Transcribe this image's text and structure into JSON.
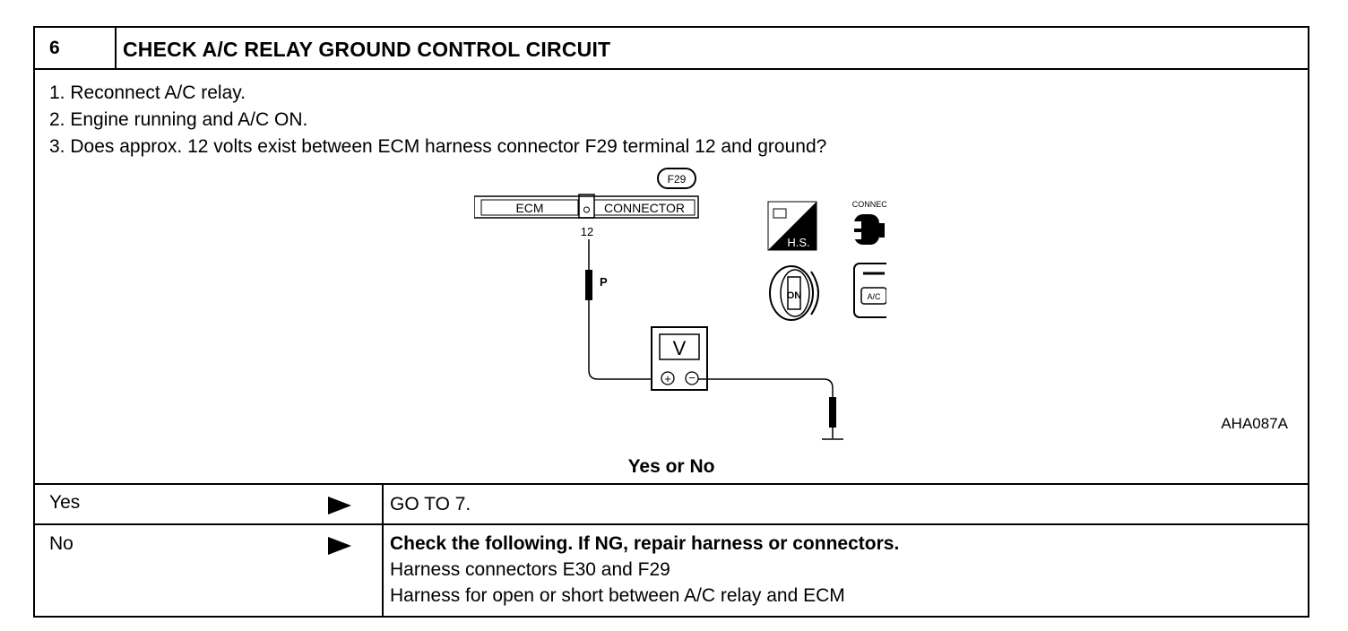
{
  "header": {
    "step_number": "6",
    "title": "CHECK A/C RELAY GROUND CONTROL CIRCUIT"
  },
  "steps": [
    "1. Reconnect A/C relay.",
    "2. Engine running and A/C ON.",
    "3. Does approx. 12 volts exist between ECM harness connector F29 terminal 12 and ground?"
  ],
  "diagram": {
    "connector_id": "F29",
    "ecm_label": "ECM",
    "connector_label": "CONNECTOR",
    "terminal": "12",
    "probe_label": "P",
    "meter_label": "V",
    "plus": "+",
    "minus": "−",
    "hs_label": "H.S.",
    "connect_label": "CONNECT",
    "key_label": "ON",
    "ac_label": "A/C",
    "figure_id": "AHA087A"
  },
  "question": "Yes or No",
  "answers": {
    "yes": {
      "label": "Yes",
      "text": "GO TO 7."
    },
    "no": {
      "label": "No",
      "heading": "Check the following. If NG, repair harness or connectors.",
      "items": [
        "Harness connectors E30 and F29",
        "Harness for open or short between A/C relay and ECM"
      ]
    }
  },
  "colors": {
    "line": "#000000",
    "background": "#ffffff"
  }
}
